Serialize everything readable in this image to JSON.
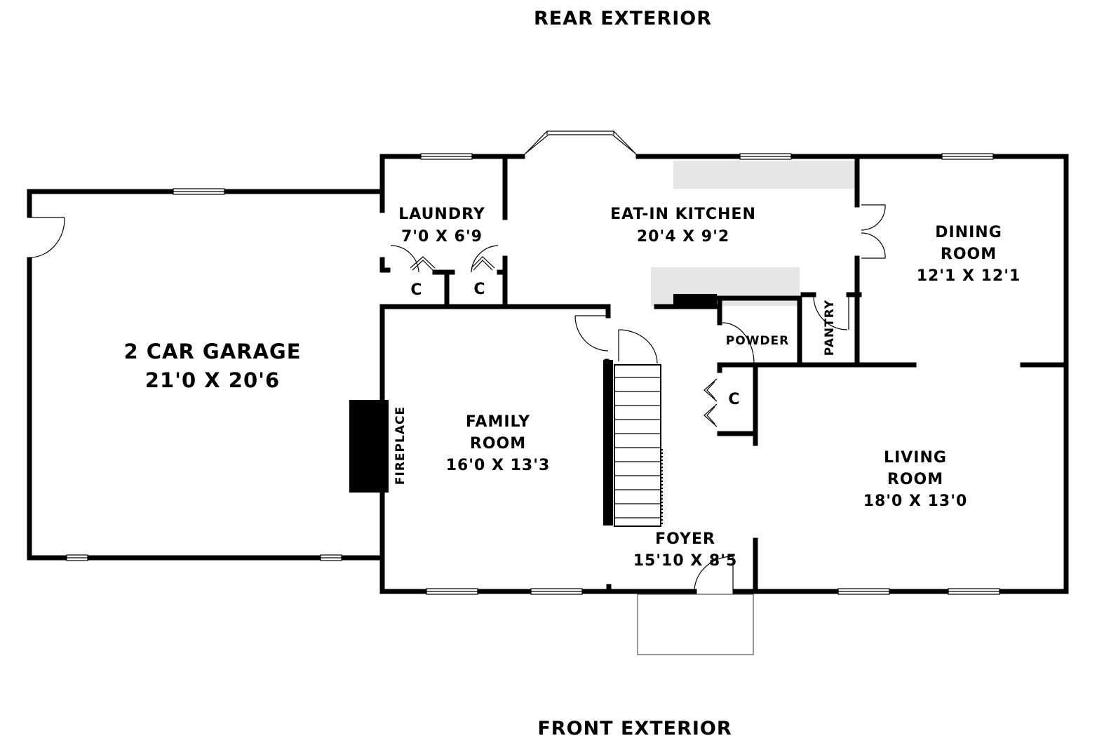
{
  "labels": {
    "rear_exterior": "REAR EXTERIOR",
    "front_exterior": "FRONT EXTERIOR",
    "garage_name": "2 CAR GARAGE",
    "garage_dims": "21'0 X 20'6",
    "laundry_name": "LAUNDRY",
    "laundry_dims": "7'0 X 6'9",
    "kitchen_name": "EAT-IN KITCHEN",
    "kitchen_dims": "20'4 X 9'2",
    "dining_name_1": "DINING",
    "dining_name_2": "ROOM",
    "dining_dims": "12'1 X 12'1",
    "family_name_1": "FAMILY",
    "family_name_2": "ROOM",
    "family_dims": "16'0 X 13'3",
    "living_name_1": "LIVING",
    "living_name_2": "ROOM",
    "living_dims": "18'0 X 13'0",
    "foyer_name": "FOYER",
    "foyer_dims": "15'10 X 8'5",
    "powder": "POWDER",
    "pantry": "PANTRY",
    "fireplace": "FIREPLACE",
    "closet_1": "C",
    "closet_2": "C",
    "closet_3": "C"
  },
  "colors": {
    "wall": "#000000",
    "counter": "#e6e6e6",
    "background": "#ffffff"
  }
}
